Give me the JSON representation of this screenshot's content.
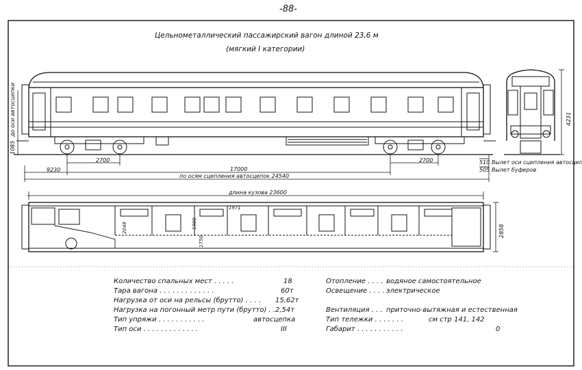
{
  "page_number": "-88-",
  "title": {
    "line1": "Цельнометаллический пассажирский вагон длиной 23,6 м",
    "line2": "(мягкий I категории)"
  },
  "dimensions": {
    "coupler_offset": "9230",
    "bogie_base_left": "2700",
    "bogie_centers": "17000",
    "bogie_base_right": "2700",
    "coupler_axes_length": "по осям сцепления автосцепок 24540",
    "body_length": "длина кузова 23600",
    "coupler_overhang_value": "510",
    "buffer_overhang_value": "505",
    "coupler_overhang_label": "Вылет оси сцепления автосцеп",
    "buffer_overhang_label": "Вылет буферов",
    "left_height_label": "до оси автосцепки",
    "left_height_value": "1085",
    "end_height": "4231",
    "plan_width": "2858",
    "compartment_dim1": "1971",
    "compartment_dim2": "1900",
    "compartment_dim3": "2048",
    "compartment_dim4": "1750"
  },
  "specs_left": [
    {
      "label": "Количество спальных мест . . . . .",
      "value": "18"
    },
    {
      "label": "Тара вагона . . . . . . . . . . . . .",
      "value": "60т"
    },
    {
      "label": "Нагрузка от оси на рельсы (брутто) . . . .",
      "value": "15,62т"
    },
    {
      "label": "Нагрузка на погонный метр пути (брутто) . .",
      "value": "2,54т"
    },
    {
      "label": "Тип упряжи . . . . . . . . . . .",
      "value": "автосцепка"
    },
    {
      "label": "Тип оси . . . . . . . . . . . . .",
      "value": "III"
    }
  ],
  "specs_right": [
    {
      "label": "Отопление . . . .",
      "value": "водяное самостоятельное"
    },
    {
      "label": "Освещение . . . .",
      "value": "электрическое"
    },
    {
      "label": "Вентиляция . . .",
      "value": "приточно-вытяжная и естественная"
    },
    {
      "label": "Тип тележки . . . . . . .",
      "value": "см стр 141, 142"
    },
    {
      "label": "Габарит . . . . . . . . . . .",
      "value": "0"
    }
  ],
  "colors": {
    "ink": "#111111",
    "paper": "#ffffff"
  }
}
